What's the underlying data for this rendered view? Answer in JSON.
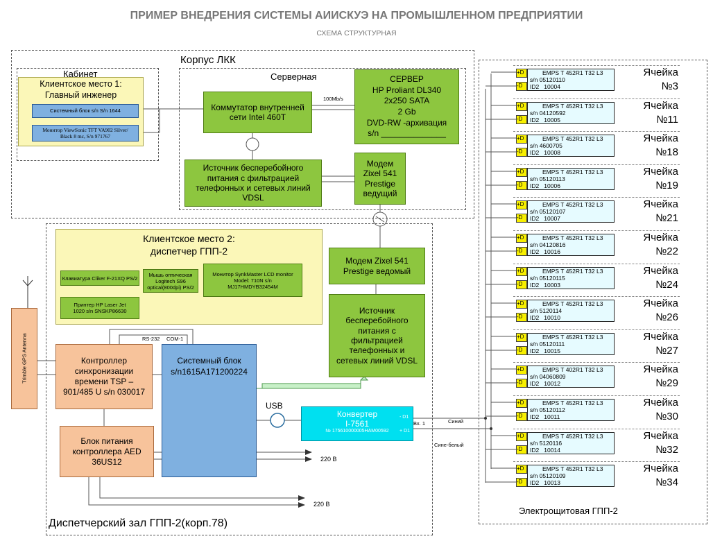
{
  "header": {
    "title": "ПРИМЕР ВНЕДРЕНИЯ СИСТЕМЫ АИИСКУЭ НА ПРОМЫШЛЕННОМ ПРЕДПРИЯТИИ",
    "subtitle": "СХЕМА СТРУКТУРНАЯ"
  },
  "lkk": {
    "title": "Корпус ЛКК",
    "cabinet": {
      "title": "Кабинет",
      "client1_title_line1": "Клиентское место 1:",
      "client1_title_line2": "Главный инженер",
      "sys_unit": "Системный блок s/n S/n 1644",
      "monitor_line1": "Монитор ViewSonic TFT VA902 Silver/",
      "monitor_line2": "Black 8 mc, S/n 971767"
    },
    "server_room": {
      "title": "Серверная",
      "switch": "Коммутатор внутренней сети Intel 460T",
      "speed": "100Mb/s",
      "server_line1": "СЕРВЕР",
      "server_line2": "HP Proliant DL340",
      "server_line3": "2x250 SATA",
      "server_line4": "2 Gb",
      "server_line5": "DVD-RW -архивация",
      "server_line6": "s/n ______________",
      "ups": "Источник бесперебойного питания с фильтрацией телефонных и сетевых линий VDSL",
      "modem_lead": "Модем Zixel 541 Prestige ведущий"
    }
  },
  "dispatch": {
    "title": "Диспетчерский зал ГПП-2(корп.78)",
    "client2_title_line1": "Клиентское место 2:",
    "client2_title_line2": "диспетчер ГПП-2",
    "keyboard": "Клавиатура Cliker F-21XQ PS/2",
    "mouse": "Мышь оптическая Logitech S96 optical(800dpi) PS/2",
    "monitor": "Монитор SynkMaster LCD monitor Model: 710N s/n MJ17HMDYB32454M",
    "printer": "Принтер HP Laser Jet 1020 s/n SNSKP86630",
    "modem_slave": "Модем Zixel 541 Prestige ведомый",
    "ups": "Источник бесперебойного питания с фильтрацией телефонных и сетевых линий VDSL",
    "gps": "Trimble GPS Antenna",
    "controller": "Контроллер синхронизации времени TSP – 901/485 U s/n 030017",
    "psu": "Блок питания контроллера AED 36US12",
    "sysblock": "Системный блок s/n1615A171200224",
    "rs232": "RS-232",
    "com1": "COM-1",
    "usb": "USB",
    "converter_title": "Конвертер",
    "converter_model": "I-7561",
    "converter_sn": "№ 175610000005HAM00592",
    "d1_minus": "- D1",
    "d1_plus": "+ D1",
    "vx1": "Вх. 1",
    "blue_wire": "Синий",
    "bluewhite_wire": "Сине-белый",
    "v220_1": "220 В",
    "v220_2": "220 В"
  },
  "switchboard": {
    "title": "Электрощитовая ГПП-2",
    "plus_d": "+D",
    "minus_d": "-D",
    "cells": [
      {
        "name": "Ячейка",
        "num": "№3",
        "model": "EMPS T 452R1 T32 L3",
        "sn": "s/n 05120110",
        "id": "ID2   10004"
      },
      {
        "name": "Ячейка",
        "num": "№11",
        "model": "EMPS T 452R1 T32 L3",
        "sn": "s/n 04120592",
        "id": "ID2   10005"
      },
      {
        "name": "Ячейка",
        "num": "№18",
        "model": "EMPS T 452R1 T32 L3",
        "sn": "s/n 4600705",
        "id": "ID2   10008"
      },
      {
        "name": "Ячейка",
        "num": "№19",
        "model": "EMPS T 452R1 T32 L3",
        "sn": "s/n 05120113",
        "id": "ID2   10006"
      },
      {
        "name": "Ячейка",
        "num": "№21",
        "model": "EMPS T 452R1 T32 L3",
        "sn": "s/n 05120107",
        "id": "ID2   10007"
      },
      {
        "name": "Ячейка",
        "num": "№22",
        "model": "EMPS T 452R1 T32 L3",
        "sn": "s/n 04120816",
        "id": "ID2   10016"
      },
      {
        "name": "Ячейка",
        "num": "№24",
        "model": "EMPS T 452R1 T32 L3",
        "sn": "s/n 05120115",
        "id": "ID2   10003"
      },
      {
        "name": "Ячейка",
        "num": "№26",
        "model": "EMPS T 452R1 T32 L3",
        "sn": "s/n 5120114",
        "id": "ID2   10010"
      },
      {
        "name": "Ячейка",
        "num": "№27",
        "model": "EMPS T 452R1 T32 L3",
        "sn": "s/n 05120111",
        "id": "ID2   10015"
      },
      {
        "name": "Ячейка",
        "num": "№29",
        "model": "EMPS T 402R1 T32 L3",
        "sn": "s/n 04060809",
        "id": "ID2   10012"
      },
      {
        "name": "Ячейка",
        "num": "№30",
        "model": "EMPS T 452R1 T32 L3",
        "sn": "s/n 05120112",
        "id": "ID2   10011"
      },
      {
        "name": "Ячейка",
        "num": "№32",
        "model": "EMPS T 452R1 T32 L3",
        "sn": "s/n 5120116",
        "id": "ID2   10014"
      },
      {
        "name": "Ячейка",
        "num": "№34",
        "model": "EMPS T 452R1 T32 L3",
        "sn": "s/n 05120109",
        "id": "ID2   10013"
      }
    ]
  }
}
